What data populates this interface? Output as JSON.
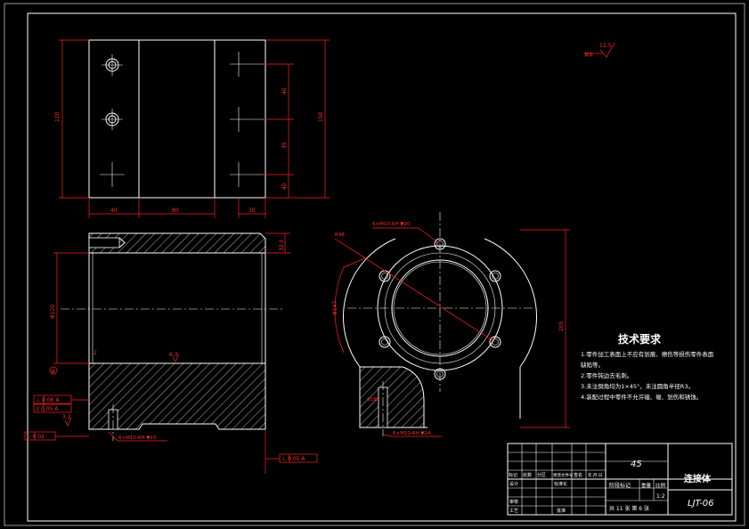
{
  "colors": {
    "background": "#000000",
    "geometry": "#ffffff",
    "dimension": "#ff2020"
  },
  "roughness_general": "12.5",
  "dims": {
    "overall_width": "205",
    "overall_height": "120",
    "left_strip": "40",
    "mid_strip": "80",
    "right_strip": "30",
    "pitch_a": "40",
    "pitch_b": "35",
    "pitch_c": "40",
    "total_right": "150",
    "wall": "32.5",
    "bore_dia": "Φ120",
    "chamfer_l": "2",
    "chamfer_mid": "6.3",
    "side_height": "205",
    "flange_dia": "Φ188",
    "radius_label": "R98",
    "arc_dia": "Φ147"
  },
  "callouts": {
    "holes_top": "6×M10-6H ▼20",
    "thread_left": "6×M10-6H ▼15",
    "thread_right": "6×M10-6H ▼24"
  },
  "tolerances": {
    "perp": "⊥ 0.06 A",
    "par": "// 0.05 A",
    "flat": "▱ 0.02",
    "right": "⊥ 0.05 A",
    "datum": "A",
    "roughness_small": "3.2"
  },
  "requirements": {
    "title": "技术要求",
    "items": [
      "1.零件加工表面上不应有划痕、擦伤等损伤零件表面",
      "缺陷等。",
      "2.零件钝边去毛刺。",
      "3.未注倒角均为1×45°，未注圆角半径R3。",
      "4.装配过程中零件不允许磕、碰、划伤和锈蚀。"
    ]
  },
  "title_block": {
    "material": "45",
    "part_name": "连接体",
    "drawing_no": "LJT-06",
    "scale": "1:2",
    "sheets": "共 11 张  第 6 张",
    "row_labels": [
      "标记",
      "处数",
      "分区",
      "更改文件号",
      "签名",
      "年.月.日"
    ],
    "design": "设计",
    "approve": "批准",
    "review": "审核",
    "process": "工艺",
    "standard": "标准化",
    "stage": "阶段标记",
    "weight": "重量",
    "ratio": "比例"
  }
}
